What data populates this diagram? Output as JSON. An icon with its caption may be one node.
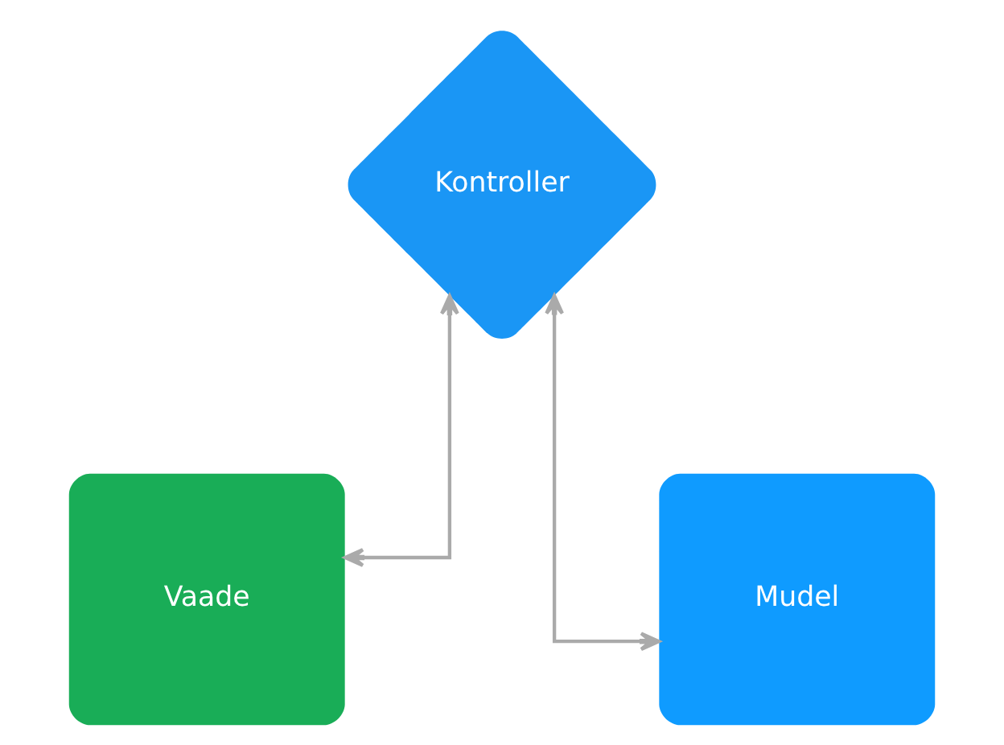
{
  "diagram": {
    "nodes": [
      {
        "text": [
          "Kontroller"
        ]
      },
      {
        "text": [
          "Vaade"
        ]
      },
      {
        "text": [
          "Mudel"
        ]
      }
    ],
    "edges": [
      {
        "from": 0,
        "to": 1,
        "arrow": "both"
      },
      {
        "from": 0,
        "to": 2,
        "arrow": "both"
      }
    ]
  }
}
